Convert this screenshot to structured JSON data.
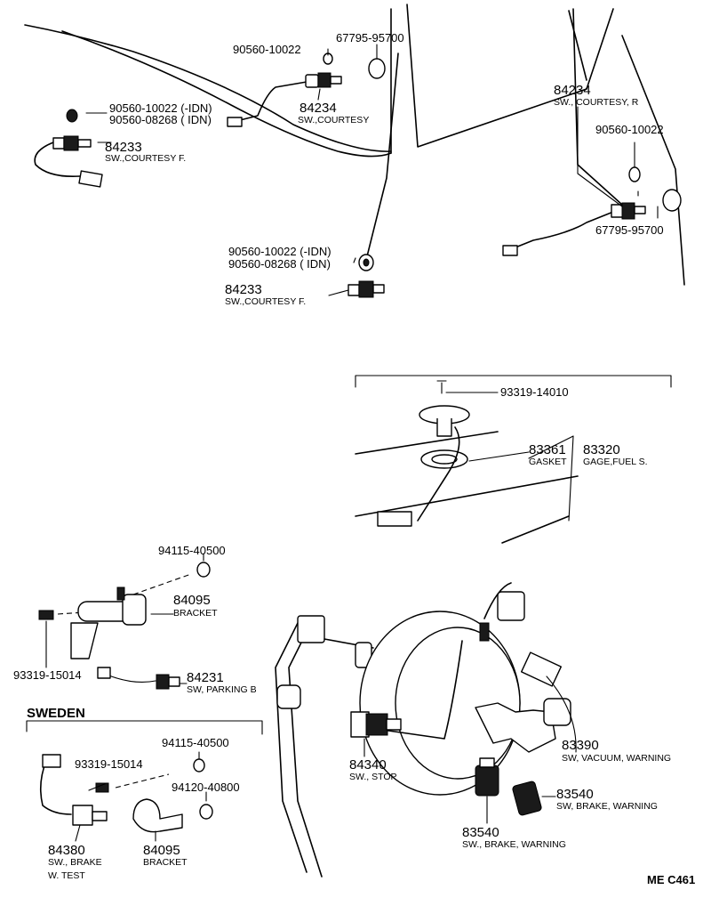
{
  "labels": {
    "pn_90560_10022_top": "90560-10022",
    "pn_67795_95700_top": "67795-95700",
    "pn_84234_left": "84234",
    "desc_84234_left": "SW.,COURTESY",
    "pn_90560_10022_idn_a": "90560-10022 (-IDN)",
    "pn_90560_08268_idn_a": "90560-08268 ( IDN)",
    "pn_84233_a": "84233",
    "desc_84233_a": "SW.,COURTESY F.",
    "pn_84234_right": "84234",
    "desc_84234_right": "SW., COURTESY, R",
    "pn_90560_10022_right": "90560-10022",
    "pn_67795_95700_right": "67795-95700",
    "pn_90560_10022_idn_b": "90560-10022 (-IDN)",
    "pn_90560_08268_idn_b": "90560-08268 ( IDN)",
    "pn_84233_b": "84233",
    "desc_84233_b": "SW.,COURTESY F.",
    "pn_93319_14010": "93319-14010",
    "pn_83361": "83361",
    "desc_83361": "GASKET",
    "pn_83320": "83320",
    "desc_83320": "GAGE,FUEL S.",
    "pn_94115_40500_a": "94115-40500",
    "pn_84095_a": "84095",
    "desc_84095_a": "BRACKET",
    "pn_93319_15014_a": "93319-15014",
    "pn_84231": "84231",
    "desc_84231": "SW, PARKING B",
    "section_sweden": "SWEDEN",
    "pn_94115_40500_b": "94115-40500",
    "pn_93319_15014_b": "93319-15014",
    "pn_94120_40800": "94120-40800",
    "pn_84380": "84380",
    "desc_84380_1": "SW., BRAKE",
    "desc_84380_2": "W. TEST",
    "pn_84095_b": "84095",
    "desc_84095_b": "BRACKET",
    "pn_84340": "84340",
    "desc_84340": "SW., STOP",
    "pn_83390": "83390",
    "desc_83390": "SW, VACUUM, WARNING",
    "pn_83540_a": "83540",
    "desc_83540_a": "SW, BRAKE, WARNING",
    "pn_83540_b": "83540",
    "desc_83540_b": "SW., BRAKE, WARNING",
    "figure_code": "ME  C461"
  }
}
